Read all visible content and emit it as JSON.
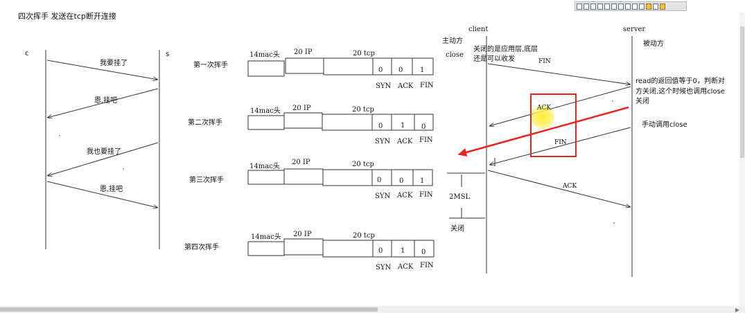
{
  "page_title": "四次挥手 发送在tcp断开连接",
  "left_diagram": {
    "client_label": "c",
    "server_label": "s",
    "messages": [
      "我要挂了",
      "恩,挂吧",
      "我也要挂了",
      "恩,挂吧"
    ]
  },
  "segments": [
    {
      "title": "第一次挥手",
      "header_labels": [
        "14mac头",
        "20 IP",
        "20 tcp"
      ],
      "flags": [
        {
          "name": "SYN",
          "value": "0"
        },
        {
          "name": "ACK",
          "value": "0"
        },
        {
          "name": "FIN",
          "value": "1"
        }
      ]
    },
    {
      "title": "第二次挥手",
      "header_labels": [
        "14mac头",
        "20 IP",
        "20 tcp"
      ],
      "flags": [
        {
          "name": "SYN",
          "value": "0"
        },
        {
          "name": "ACK",
          "value": "1"
        },
        {
          "name": "FIN",
          "value": "0"
        }
      ]
    },
    {
      "title": "第三次挥手",
      "header_labels": [
        "14mac头",
        "20 IP",
        "20 tcp"
      ],
      "flags": [
        {
          "name": "SYN",
          "value": "0"
        },
        {
          "name": "ACK",
          "value": "0"
        },
        {
          "name": "FIN",
          "value": "1"
        }
      ]
    },
    {
      "title": "第四次挥手",
      "header_labels": [
        "14mac头",
        "20 IP",
        "20 tcp"
      ],
      "flags": [
        {
          "name": "SYN",
          "value": "0"
        },
        {
          "name": "ACK",
          "value": "1"
        },
        {
          "name": "FIN",
          "value": "0"
        }
      ]
    }
  ],
  "right_diagram": {
    "client_label": "client",
    "server_label": "server",
    "active_side": "主动方",
    "passive_side": "被动方",
    "close_label": "close",
    "note_close_app": "关闭的是应用层,底层",
    "note_close_app_2": "还是可以收发",
    "note_read_1": "read的返回值等于0，判断对",
    "note_read_2": "方关闭,这个时候也调用close",
    "note_read_3": "关闭",
    "note_manual_close": "手动调用close",
    "msg_fin_1": "FIN",
    "msg_ack_1": "ACK",
    "msg_fin_2": "FIN",
    "msg_ack_2": "ACK",
    "wait_label": "2MSL",
    "closed_label": "关闭"
  },
  "colors": {
    "highlight_box": "#e8241c",
    "arrow": "#e8241c",
    "cursor_highlight": "#ffe628"
  }
}
